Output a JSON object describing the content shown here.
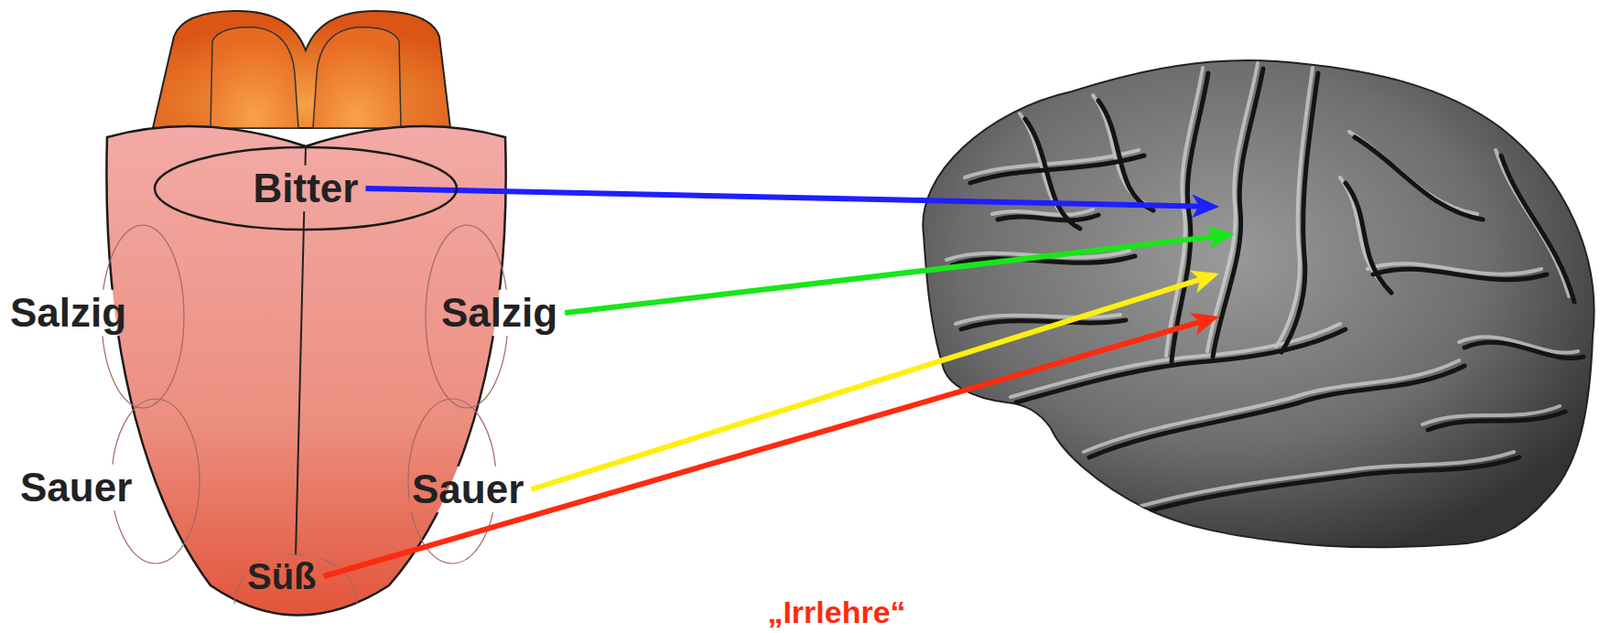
{
  "diagram": {
    "nodes": [
      {
        "text": [
          "Bitter"
        ]
      }
    ],
    "labels": [
      "Salzig",
      "Salzig",
      "Sauer",
      "Sauer",
      "Süß",
      "„Irrlehre“"
    ]
  }
}
